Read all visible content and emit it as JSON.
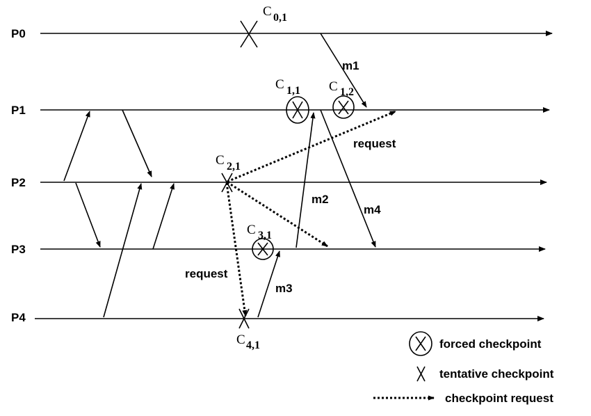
{
  "processes": [
    {
      "id": "p0",
      "label": "P0"
    },
    {
      "id": "p1",
      "label": "P1"
    },
    {
      "id": "p2",
      "label": "P2"
    },
    {
      "id": "p3",
      "label": "P3"
    },
    {
      "id": "p4",
      "label": "P4"
    }
  ],
  "checkpoints": [
    {
      "id": "c01",
      "letter": "C",
      "sub": "0,1",
      "kind": "tentative"
    },
    {
      "id": "c11",
      "letter": "C",
      "sub": "1,1",
      "kind": "forced"
    },
    {
      "id": "c12",
      "letter": "C",
      "sub": "1,2",
      "kind": "forced"
    },
    {
      "id": "c21",
      "letter": "C",
      "sub": "2,1",
      "kind": "tentative"
    },
    {
      "id": "c31",
      "letter": "C",
      "sub": "3,1",
      "kind": "forced"
    },
    {
      "id": "c41",
      "letter": "C",
      "sub": "4,1",
      "kind": "tentative"
    }
  ],
  "messages": {
    "m1": "m1",
    "m2": "m2",
    "m3": "m3",
    "m4": "m4"
  },
  "requests": {
    "request_upper": "request",
    "request_lower": "request"
  },
  "legend": {
    "forced": "forced checkpoint",
    "tentative": "tentative checkpoint",
    "request": "checkpoint request"
  }
}
